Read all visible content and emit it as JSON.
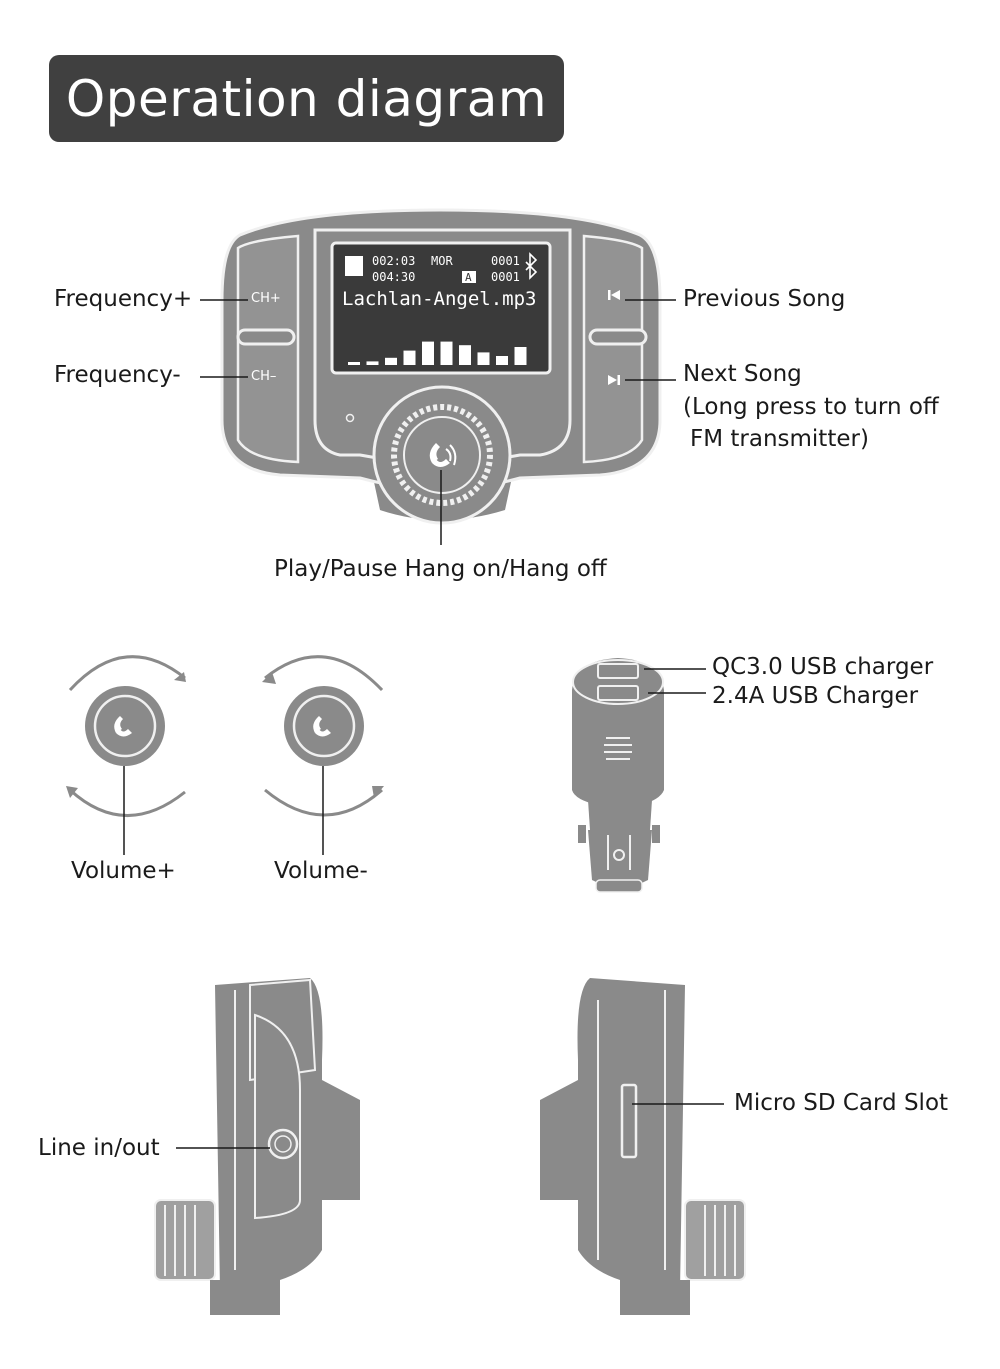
{
  "title": "Operation diagram",
  "display": {
    "time_elapsed": "002:03",
    "time_total": "004:30",
    "mode": "MOR",
    "track_a": "0001",
    "track_b": "0001",
    "eq_badge": "A",
    "song": "Lachlan-Angel.mp3",
    "eq_levels": [
      0.05,
      0.1,
      0.2,
      0.4,
      0.65,
      0.65,
      0.55,
      0.35,
      0.25,
      0.5
    ]
  },
  "buttons": {
    "ch_plus": "CH+",
    "ch_minus": "CH–"
  },
  "labels": {
    "frequency_plus": "Frequency+",
    "frequency_minus": "Frequency-",
    "previous_song": "Previous Song",
    "next_song_line1": "Next Song",
    "next_song_line2": "(Long press to turn off",
    "next_song_line3": "FM transmitter)",
    "play_pause": "Play/Pause Hang on/Hang off",
    "volume_plus": "Volume+",
    "volume_minus": "Volume-",
    "qc_usb": "QC3.0 USB charger",
    "usb_24a": "2.4A USB Charger",
    "line_in_out": "Line in/out",
    "micro_sd": "Micro SD Card Slot"
  },
  "colors": {
    "title_bg": "#404040",
    "device_body": "#8a8a8a",
    "device_light": "#a8a8a8",
    "outline": "#e8e8e8",
    "screen": "#3a3a3a"
  }
}
